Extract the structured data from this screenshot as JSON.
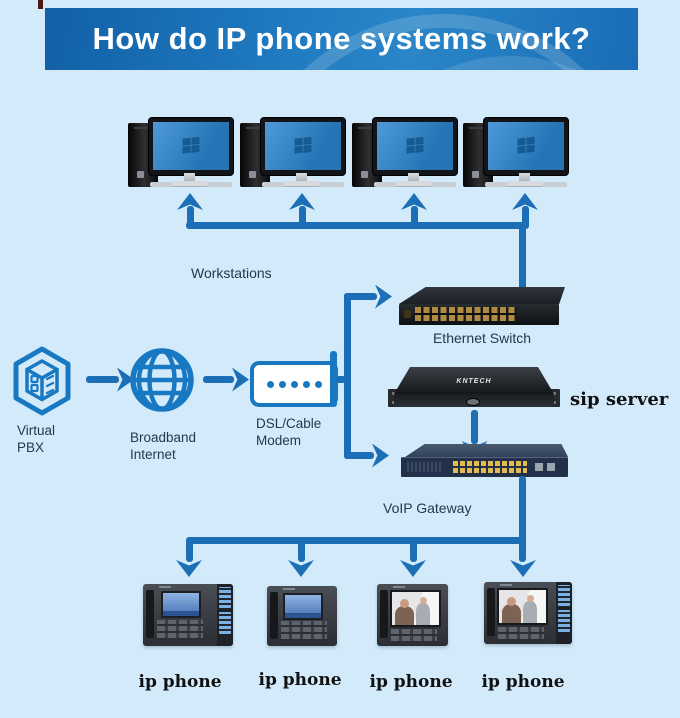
{
  "title": "How do IP phone systems work?",
  "colors": {
    "background": "#d2eafa",
    "banner_blue": "#1b6db6",
    "line_blue": "#1c6eb6",
    "icon_blue": "#1879c2",
    "label_text": "#24384e",
    "lcd_screen": "#5b8ed0",
    "port_yellow": "#e2bd4e"
  },
  "workstations": {
    "label": "Workstations",
    "count": 4
  },
  "devices": {
    "ethernet_switch": {
      "label": "Ethernet Switch"
    },
    "sip_server": {
      "label": "sip server",
      "brand": "KNTECH"
    },
    "voip_gateway": {
      "label": "VoIP Gateway"
    },
    "virtual_pbx": {
      "line1": "Virtual",
      "line2": "PBX",
      "icon": "cube-hexagon-icon"
    },
    "broadband_internet": {
      "line1": "Broadband",
      "line2": "Internet",
      "icon": "globe-grid-icon"
    },
    "dsl_cable_modem": {
      "line1": "DSL/Cable",
      "line2": "Modem",
      "icon": "modem-dots-icon"
    }
  },
  "phones": {
    "items": [
      {
        "label": "ip phone",
        "screen": "lcd",
        "side_module": true
      },
      {
        "label": "ip phone",
        "screen": "lcd",
        "side_module": false
      },
      {
        "label": "ip phone",
        "screen": "video",
        "side_module": false
      },
      {
        "label": "ip phone",
        "screen": "video",
        "side_module": true
      }
    ]
  }
}
